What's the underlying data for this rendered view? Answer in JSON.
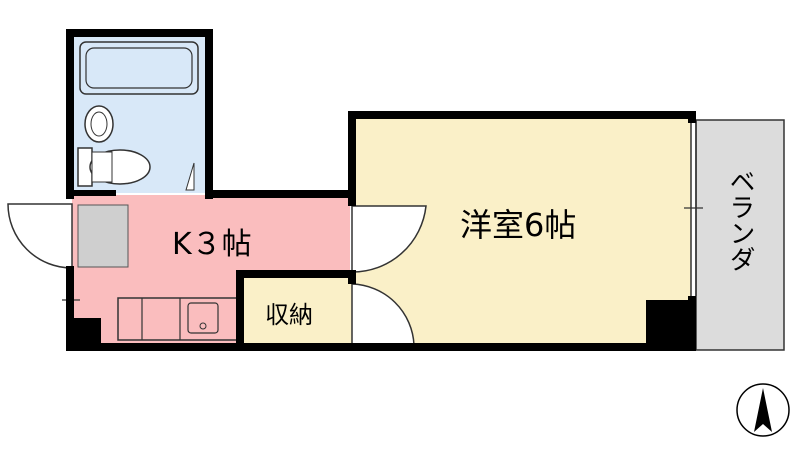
{
  "rooms": {
    "western_room": "洋室6帖",
    "kitchen": "K３帖",
    "storage": "収納",
    "balcony": "ベランダ"
  },
  "colors": {
    "western_room": "#FAF0C8",
    "kitchen": "#FABDBE",
    "storage": "#FAF0C8",
    "bath": "#D8E8F8",
    "balcony": "#DCDCDC",
    "wall": "#000000"
  }
}
